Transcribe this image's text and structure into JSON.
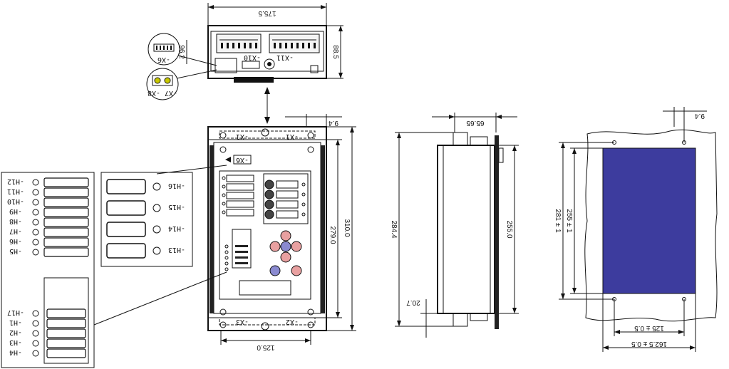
{
  "top_view": {
    "width_dim": "175.5",
    "height_dim": "88.5",
    "depth_dim": "96.2",
    "connector_x10": "-X10",
    "connector_x11": "-X11",
    "callout_x6": "-X6",
    "callout_x7_x8": "-X7 -X8"
  },
  "front_view": {
    "top_left_conn": "-X1",
    "top_right_conn": "-X1",
    "bottom_left_conn": "-X3",
    "bottom_right_conn": "-X2",
    "x6_label": "-X6",
    "dim_offset": "9.4",
    "dim_inner_height": "279.0",
    "dim_outer_height": "310.0",
    "dim_width": "125.0"
  },
  "led_panel_right": {
    "labels": [
      "-H16",
      "-H15",
      "-H14",
      "-H13"
    ]
  },
  "led_panel_left": {
    "labels_top": [
      "-H12",
      "-H11",
      "-H10",
      "-H9",
      "-H8",
      "-H7",
      "-H6",
      "-H5"
    ],
    "labels_bottom": [
      "-H17",
      "-H1",
      "-H2",
      "-H3",
      "-H4"
    ]
  },
  "side_view": {
    "dim_top": "65.65",
    "dim_height": "284.4",
    "dim_inner": "255.0",
    "dim_small": "20.7"
  },
  "cutout_view": {
    "dim_offset": "9.4",
    "dim_outer_h": "281 ± 1",
    "dim_inner_h": "255 ± 1",
    "dim_w_inner": "125 ± 0.5",
    "dim_w_outer": "162.5 ± 0.5",
    "fill_color": "#3d3c9e"
  }
}
